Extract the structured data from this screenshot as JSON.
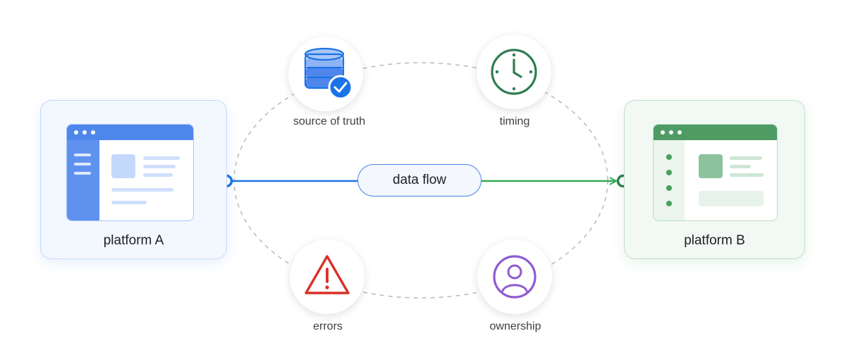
{
  "platform_a": {
    "label": "platform A"
  },
  "platform_b": {
    "label": "platform B"
  },
  "flow": {
    "label": "data flow"
  },
  "concerns": {
    "source_of_truth": {
      "label": "source of truth",
      "icon": "database-check-icon"
    },
    "timing": {
      "label": "timing",
      "icon": "clock-icon"
    },
    "errors": {
      "label": "errors",
      "icon": "warning-triangle-icon"
    },
    "ownership": {
      "label": "ownership",
      "icon": "person-circle-icon"
    }
  },
  "colors": {
    "blue": "#1a73e8",
    "green": "#34a853",
    "red": "#d93025",
    "purple": "#8e5bd1",
    "clock_green": "#2e7d4f",
    "dashed_gray": "#bdbdbd"
  }
}
